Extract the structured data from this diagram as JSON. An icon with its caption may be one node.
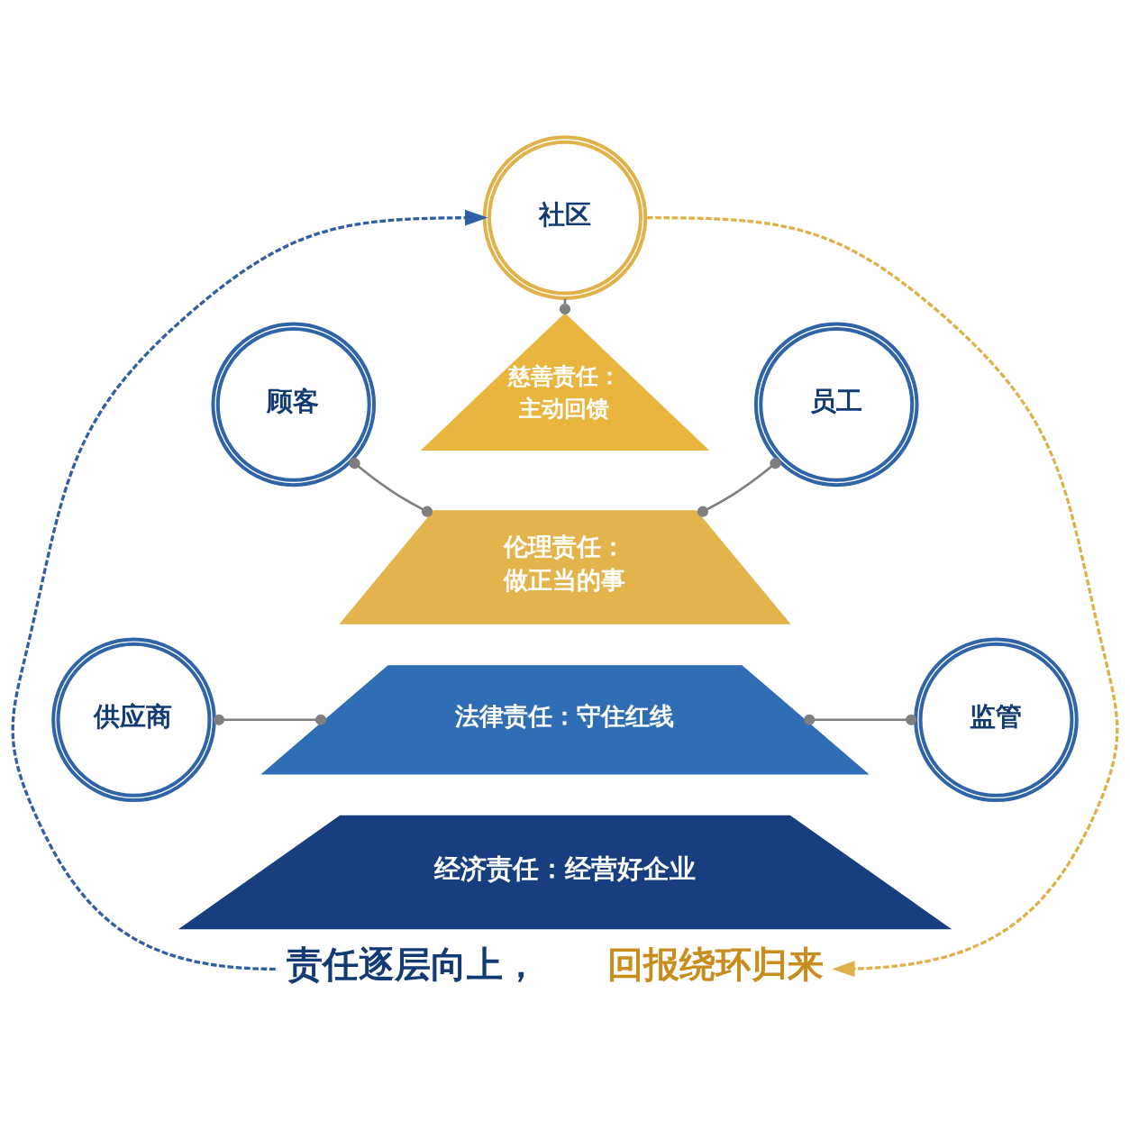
{
  "diagram": {
    "nodes": [
      {
        "text": [
          "社区"
        ]
      },
      {
        "text": [
          "顾客"
        ]
      },
      {
        "text": [
          "慈善责任：主动回馈"
        ]
      },
      {
        "text": [
          "员工"
        ]
      },
      {
        "text": [
          "伦理责任：做正当的事"
        ]
      },
      {
        "text": [
          "供应商"
        ]
      },
      {
        "text": [
          "法律责任：守住红线"
        ]
      },
      {
        "text": [
          "监管"
        ]
      },
      {
        "text": [
          "经济责任：经营好企业"
        ]
      },
      {
        "text": [
          "责任逐层向上，"
        ]
      },
      {
        "text": [
          "回报绕环归来"
        ]
      }
    ],
    "edges": [
      {
        "from": 0,
        "to": 2,
        "arrow": "other"
      },
      {
        "from": 1,
        "to": 4,
        "arrow": "other"
      },
      {
        "from": 4,
        "to": 3,
        "arrow": "other"
      },
      {
        "from": 5,
        "to": 6,
        "arrow": "other"
      },
      {
        "from": 6,
        "to": 7,
        "arrow": "other"
      },
      {
        "from": 9,
        "to": 0,
        "arrow": "to",
        "style": "dashed",
        "color": "#2f5fa5"
      },
      {
        "from": 0,
        "to": 10,
        "arrow": "to",
        "style": "dashed",
        "color": "#e0b04a"
      }
    ]
  }
}
